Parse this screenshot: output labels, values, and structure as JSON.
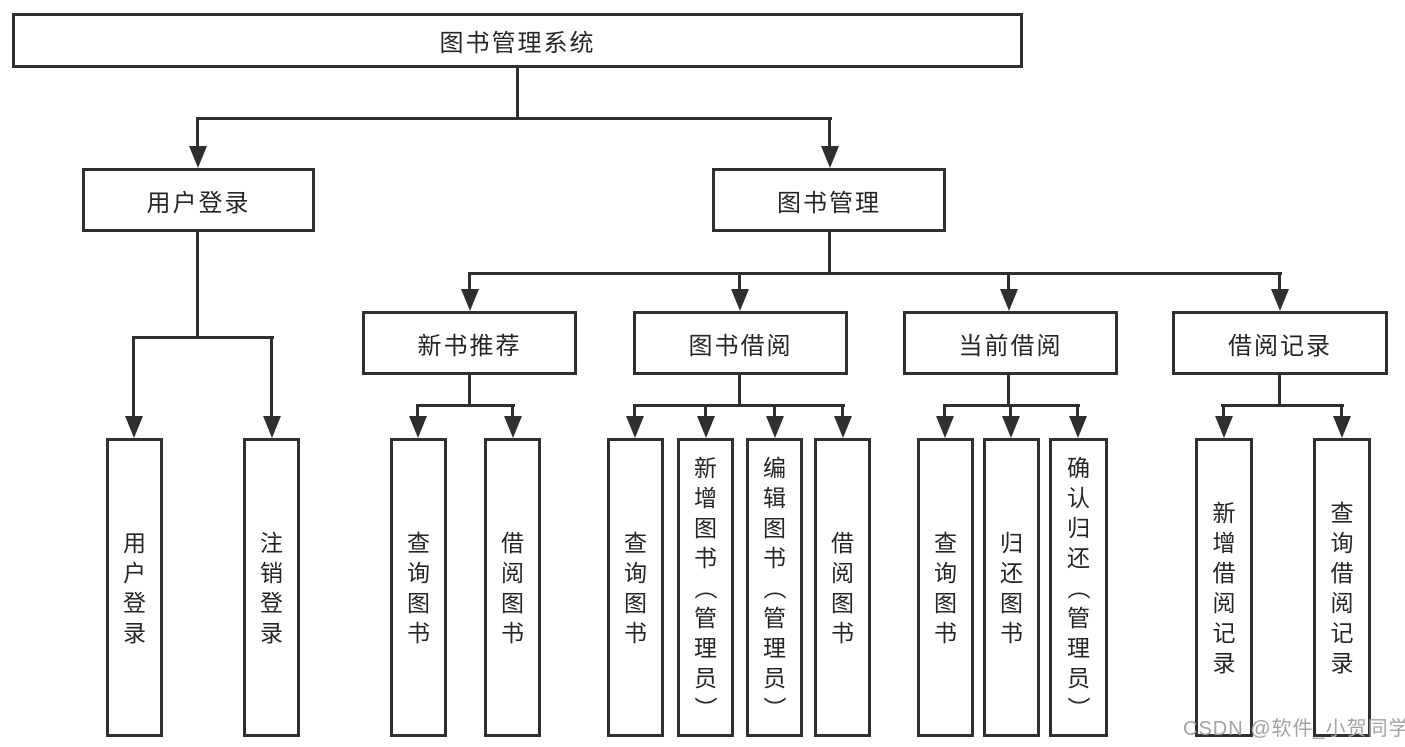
{
  "nodes": {
    "root": "图书管理系统",
    "user_login": "用户登录",
    "book_mgmt": "图书管理",
    "new_books": "新书推荐",
    "book_borrow": "图书借阅",
    "current_borrow": "当前借阅",
    "borrow_records": "借阅记录",
    "leaf_user_login": "用户登录",
    "leaf_logout": "注销登录",
    "leaf_nb_query": "查询图书",
    "leaf_nb_borrow": "借阅图书",
    "leaf_bb_query": "查询图书",
    "leaf_bb_add": "新增图书（管理员）",
    "leaf_bb_edit": "编辑图书（管理员）",
    "leaf_bb_borrow": "借阅图书",
    "leaf_cb_query": "查询图书",
    "leaf_cb_return": "归还图书",
    "leaf_cb_confirm": "确认归还（管理员）",
    "leaf_br_add": "新增借阅记录",
    "leaf_br_query": "查询借阅记录"
  },
  "tree": {
    "图书管理系统": {
      "用户登录": [
        "用户登录",
        "注销登录"
      ],
      "图书管理": {
        "新书推荐": [
          "查询图书",
          "借阅图书"
        ],
        "图书借阅": [
          "查询图书",
          "新增图书（管理员）",
          "编辑图书（管理员）",
          "借阅图书"
        ],
        "当前借阅": [
          "查询图书",
          "归还图书",
          "确认归还（管理员）"
        ],
        "借阅记录": [
          "新增借阅记录",
          "查询借阅记录"
        ]
      }
    }
  },
  "watermark": "CSDN @软件_小贺同学",
  "colors": {
    "line": "#2f2f2f",
    "border": "#303030",
    "text": "#262626",
    "watermark": "#a3a3a3",
    "background": "#ffffff"
  }
}
